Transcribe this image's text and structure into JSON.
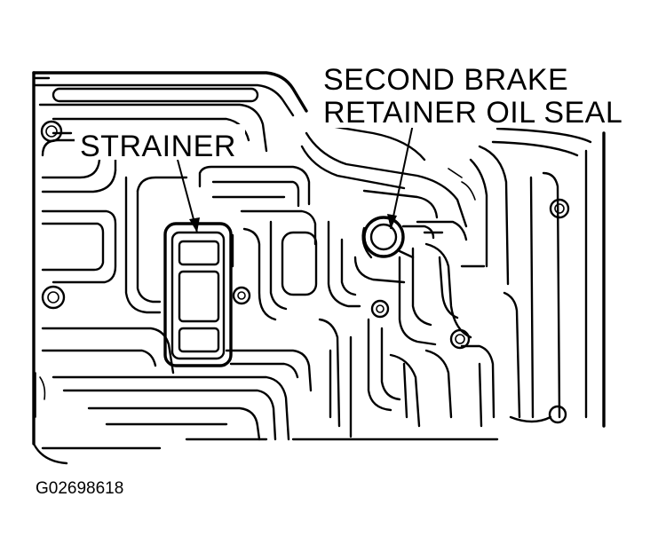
{
  "labels": {
    "strainer": "STRAINER",
    "seal_line1": "SECOND BRAKE",
    "seal_line2": "RETAINER OIL SEAL"
  },
  "figure_id": "G02698618"
}
